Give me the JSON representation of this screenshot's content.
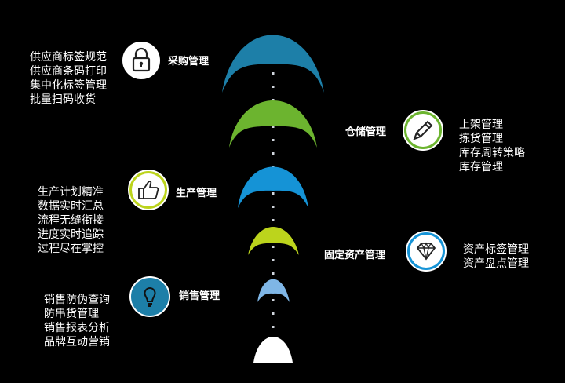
{
  "colors": {
    "background": "#000000",
    "blue_dark": "#1d7fa8",
    "green": "#6cb42f",
    "blue_bright": "#1593d6",
    "lime": "#bcd41c",
    "sky": "#7fb6e6",
    "white": "#ffffff",
    "icon_ring": "#000000"
  },
  "sections": [
    {
      "title": "采购管理",
      "icon": "lock-icon",
      "icon_bg": "#ffffff",
      "items": [
        "供应商标签规范",
        "供应商条码打印",
        "集中化标签管理",
        "批量扫码收货"
      ]
    },
    {
      "title": "仓储管理",
      "icon": "pencil-icon",
      "icon_bg": "#6cb42f",
      "items": [
        "上架管理",
        "拣货管理",
        "库存周转策略",
        "库存管理"
      ]
    },
    {
      "title": "生产管理",
      "icon": "thumbs-up-icon",
      "icon_bg": "#bcd41c",
      "items": [
        "生产计划精准",
        "数据实时汇总",
        "流程无缝衔接",
        "进度实时追踪",
        "过程尽在掌控"
      ]
    },
    {
      "title": "固定资产管理",
      "icon": "diamond-icon",
      "icon_bg": "#1593d6",
      "items": [
        "资产标签管理",
        "资产盘点管理"
      ]
    },
    {
      "title": "销售管理",
      "icon": "lightbulb-icon",
      "icon_bg": "#1d7fa8",
      "items": [
        "销售防伪查询",
        "防串货管理",
        "销售报表分析",
        "品牌互动营销"
      ]
    }
  ]
}
